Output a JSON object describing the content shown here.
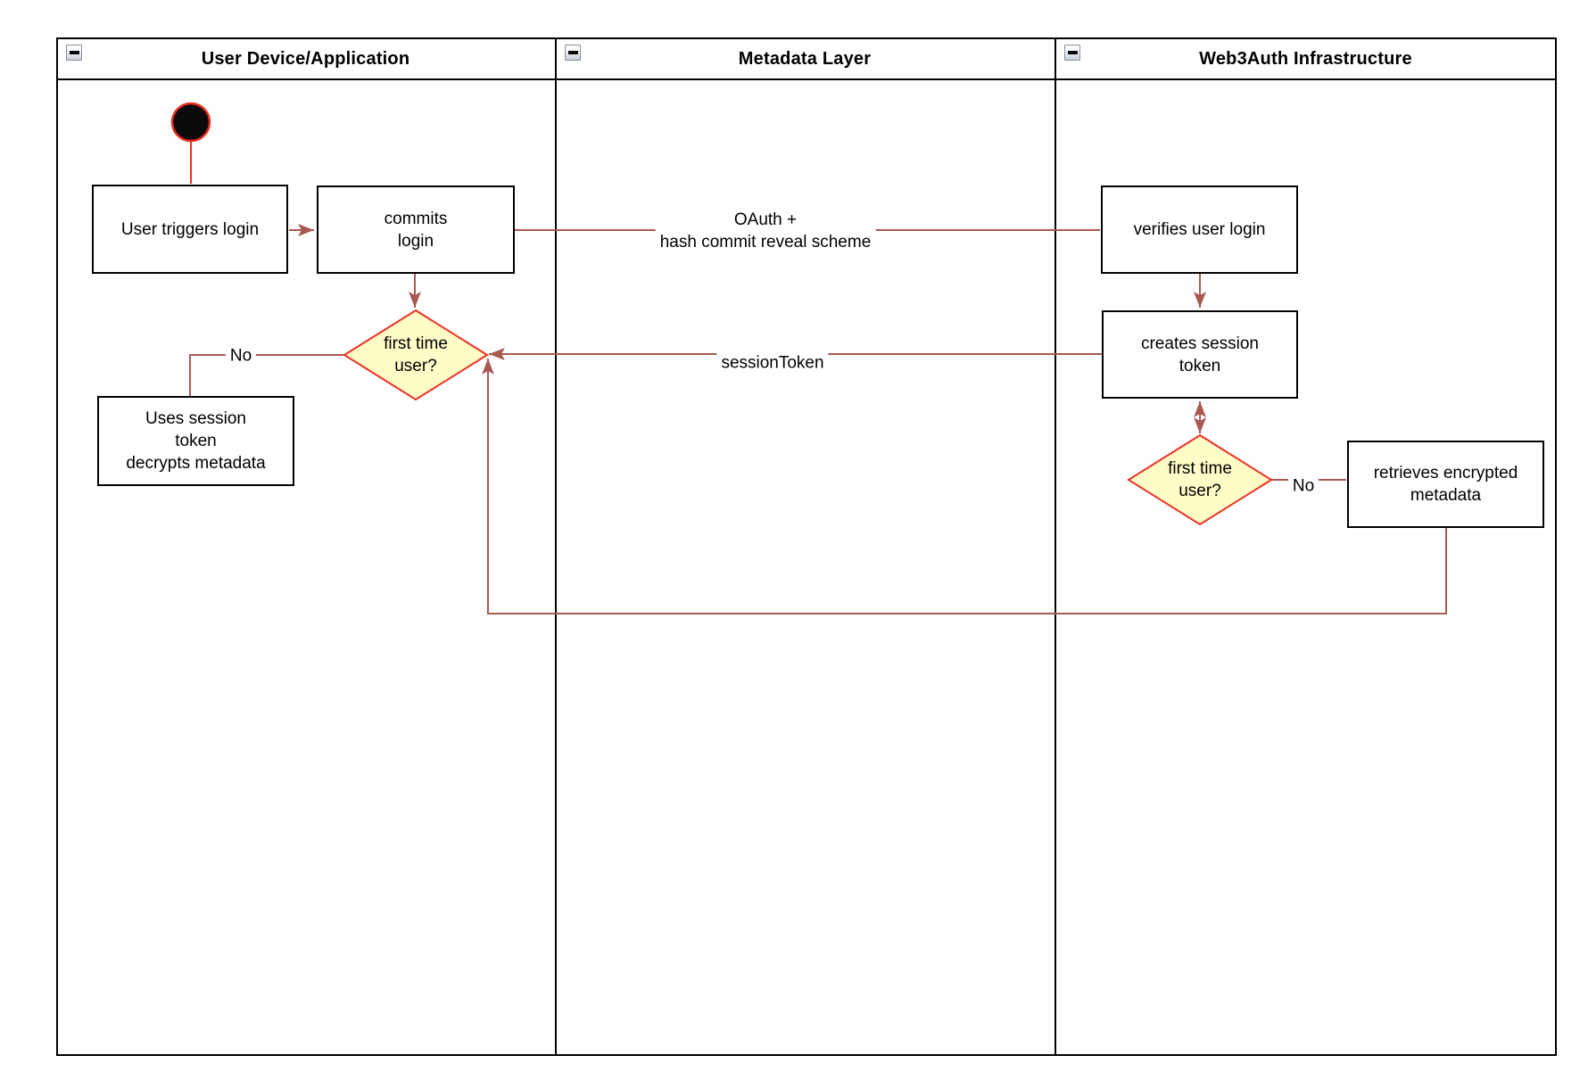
{
  "pool": {
    "lanes": [
      {
        "title": "User Device/Application"
      },
      {
        "title": "Metadata Layer"
      },
      {
        "title": "Web3Auth Infrastructure"
      }
    ]
  },
  "nodes": {
    "start": {
      "type": "initial-state"
    },
    "user_triggers_login": {
      "label": "User triggers login"
    },
    "commits_login": {
      "label": "commits\nlogin"
    },
    "first_time_user_device": {
      "label": "first time\nuser?"
    },
    "uses_session_token": {
      "label": "Uses session\ntoken\ndecrypts metadata"
    },
    "verifies_user_login": {
      "label": "verifies user login"
    },
    "creates_session_token": {
      "label": "creates session\ntoken"
    },
    "first_time_user_infra": {
      "label": "first time\nuser?"
    },
    "retrieves_encrypted_metadata": {
      "label": "retrieves encrypted\nmetadata"
    }
  },
  "edge_labels": {
    "oauth": "OAuth +\nhash commit reveal scheme",
    "session_token": "sessionToken",
    "no_device": "No",
    "no_infra": "No"
  },
  "colors": {
    "flow_line": "#A85A52",
    "accent_red": "#EE2E1F",
    "decision_fill": "#FFFCC7",
    "node_border": "#000000"
  }
}
